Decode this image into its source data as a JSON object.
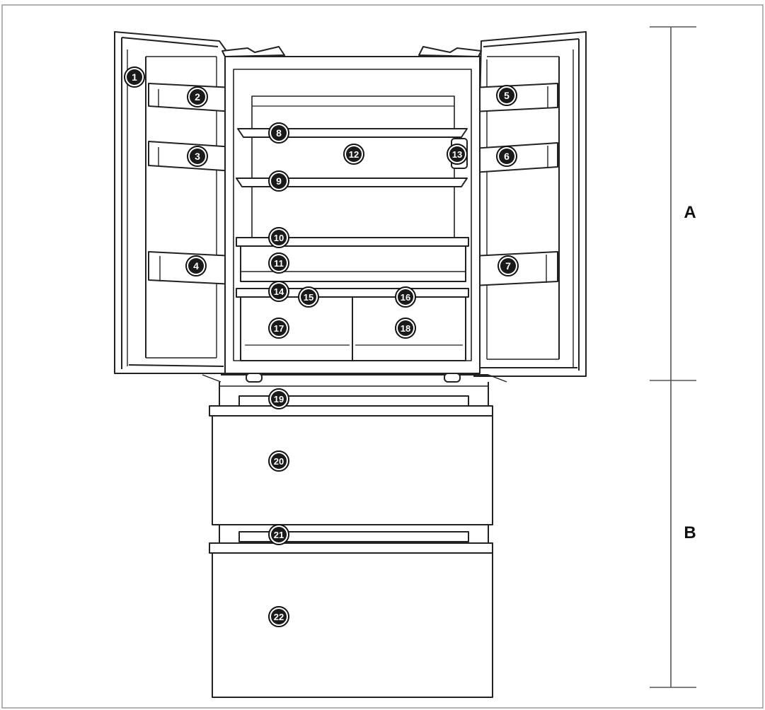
{
  "diagram": {
    "sections": [
      "A",
      "B"
    ],
    "callouts": [
      "1",
      "2",
      "3",
      "4",
      "5",
      "6",
      "7",
      "8",
      "9",
      "10",
      "11",
      "12",
      "13",
      "14",
      "15",
      "16",
      "17",
      "18",
      "19",
      "20",
      "21",
      "22"
    ]
  }
}
